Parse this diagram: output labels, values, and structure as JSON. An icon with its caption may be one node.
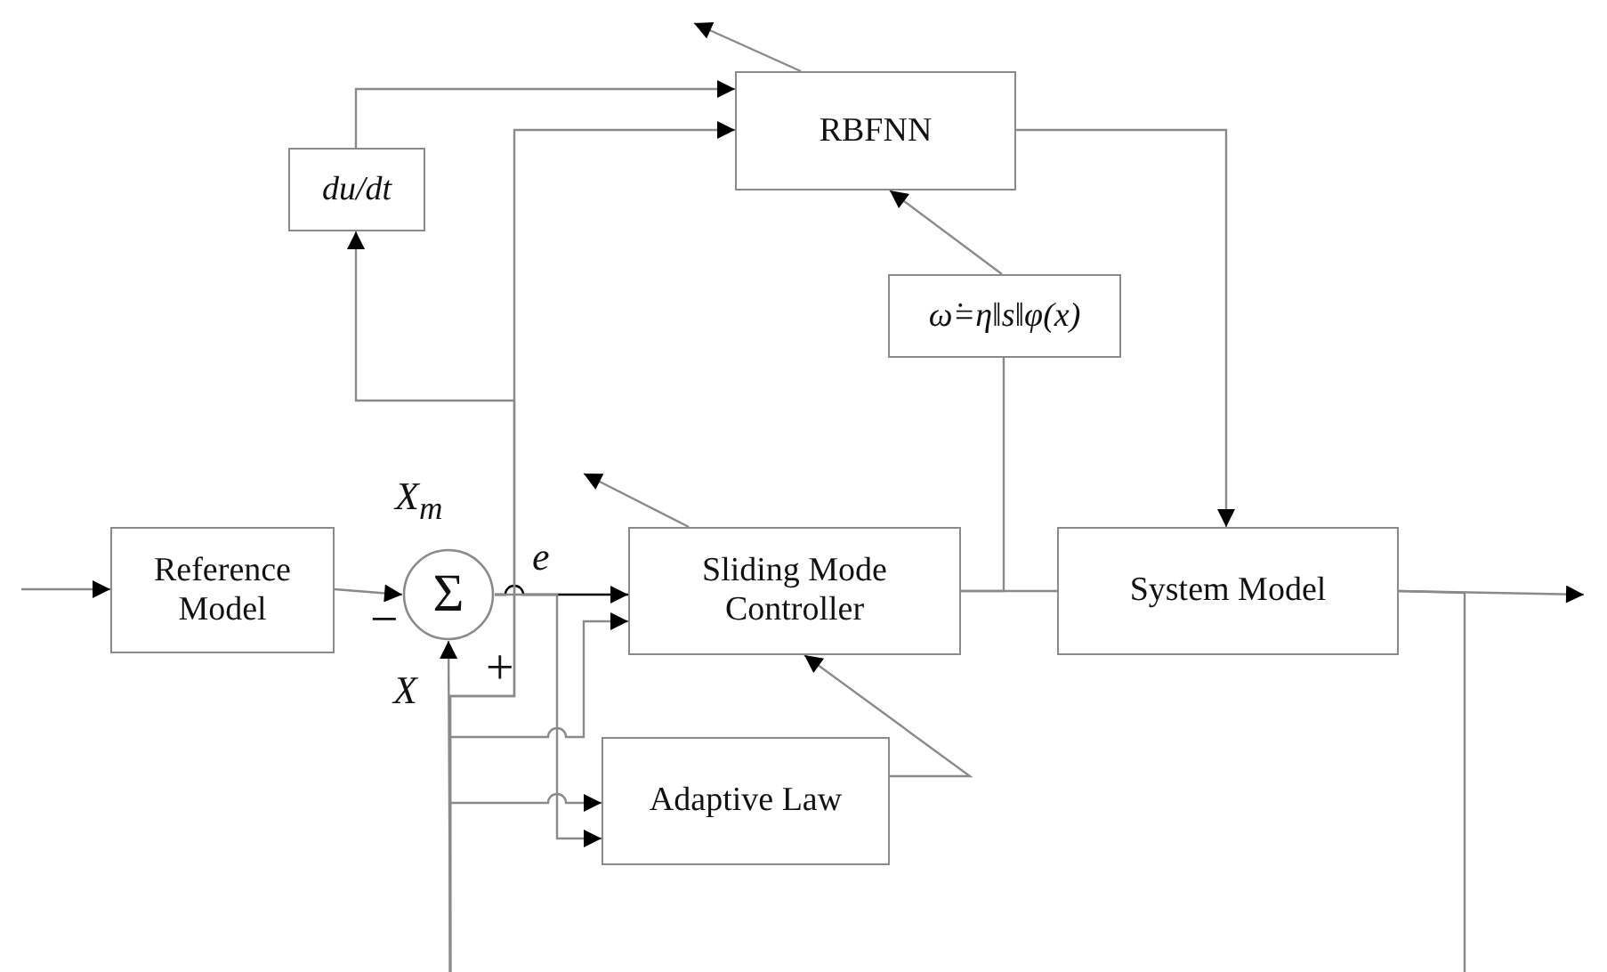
{
  "diagram": {
    "nodes": [
      {
        "text": [
          "du/dt"
        ]
      },
      {
        "text": [
          "RBFNN"
        ]
      },
      {
        "text": [
          "ω̇=η‖s‖φ(x)"
        ]
      },
      {
        "text": [
          "Reference Model"
        ]
      },
      {
        "text": [
          "Σ"
        ]
      },
      {
        "text": [
          "Sliding Mode Controller"
        ]
      },
      {
        "text": [
          "System Model"
        ]
      },
      {
        "text": [
          "Adaptive Law"
        ]
      }
    ],
    "edges": [
      {
        "from": null,
        "to": 3,
        "arrow": "to"
      },
      {
        "from": 3,
        "to": 4,
        "arrow": "to"
      },
      {
        "from": 4,
        "to": 5,
        "arrow": "to",
        "color": "#000000"
      },
      {
        "from": 4,
        "to": 7,
        "arrow": "to"
      },
      {
        "from": null,
        "to": 4,
        "arrow": "to"
      },
      {
        "from": null,
        "to": 1,
        "arrow": "to"
      },
      {
        "from": null,
        "to": 0,
        "arrow": "to"
      },
      {
        "from": null,
        "to": 5,
        "arrow": "to"
      },
      {
        "from": null,
        "to": 7,
        "arrow": "to"
      },
      {
        "from": 0,
        "to": 1,
        "arrow": "to"
      },
      {
        "from": 1,
        "to": 6,
        "arrow": "to"
      },
      {
        "from": 2,
        "to": 1,
        "arrow": "to"
      },
      {
        "from": 5,
        "to": 6,
        "arrow": "none"
      },
      {
        "from": 5,
        "to": 2,
        "arrow": "none"
      },
      {
        "from": 6,
        "to": null,
        "arrow": "to"
      },
      {
        "from": 6,
        "to": null,
        "arrow": "none"
      },
      {
        "from": 7,
        "to": 5,
        "arrow": "to"
      },
      {
        "from": 1,
        "to": null,
        "arrow": "to"
      },
      {
        "from": 5,
        "to": null,
        "arrow": "to"
      }
    ],
    "labels": [
      "X$_{m}$",
      "e",
      "−",
      "+",
      "X"
    ]
  }
}
